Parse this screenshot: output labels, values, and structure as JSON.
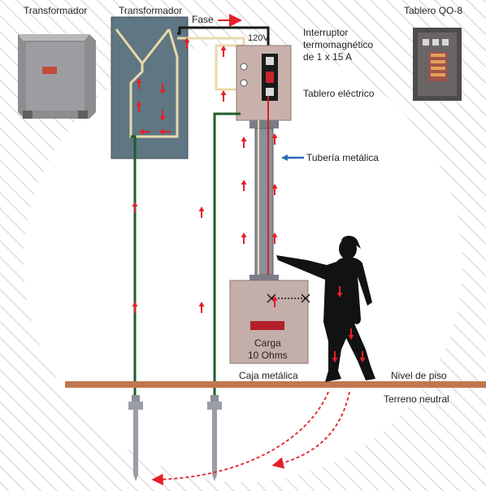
{
  "labels": {
    "transformer_photo": "Transformador",
    "transformer_diagram": "Transformador",
    "phase": "Fase",
    "voltage": "120V",
    "breaker_line1": "Interruptor",
    "breaker_line2": "termomagnético",
    "breaker_line3": "de 1 x 15 A",
    "panel": "Tablero QO-8",
    "electrical_panel": "Tablero eléctrico",
    "metal_pipe": "Tubería metálica",
    "load_line1": "Carga",
    "load_line2": "10 Ohms",
    "metal_box": "Caja metálica",
    "floor_level": "Nivel de piso",
    "neutral_ground": "Terreno neutral"
  },
  "colors": {
    "hatch": "#cfcfcf",
    "transformer_fill": "#5f7683",
    "panel_fill": "#c9b1ab",
    "pipe": "#8c8f99",
    "box_fill": "#c3aea9",
    "ground_wire": "#1f5c2a",
    "phase_wire": "#e9d9a8",
    "current_arrow": "#e3202a",
    "pointer_arrow": "#2d6bb5",
    "floor": "#c0774f",
    "load": "#b3202a"
  },
  "icons": {
    "transformer_photo": "pad-mounted-transformer-photo",
    "panel_photo": "breaker-panel-photo",
    "person": "person-silhouette",
    "ground_rod": "ground-rod-icon"
  }
}
